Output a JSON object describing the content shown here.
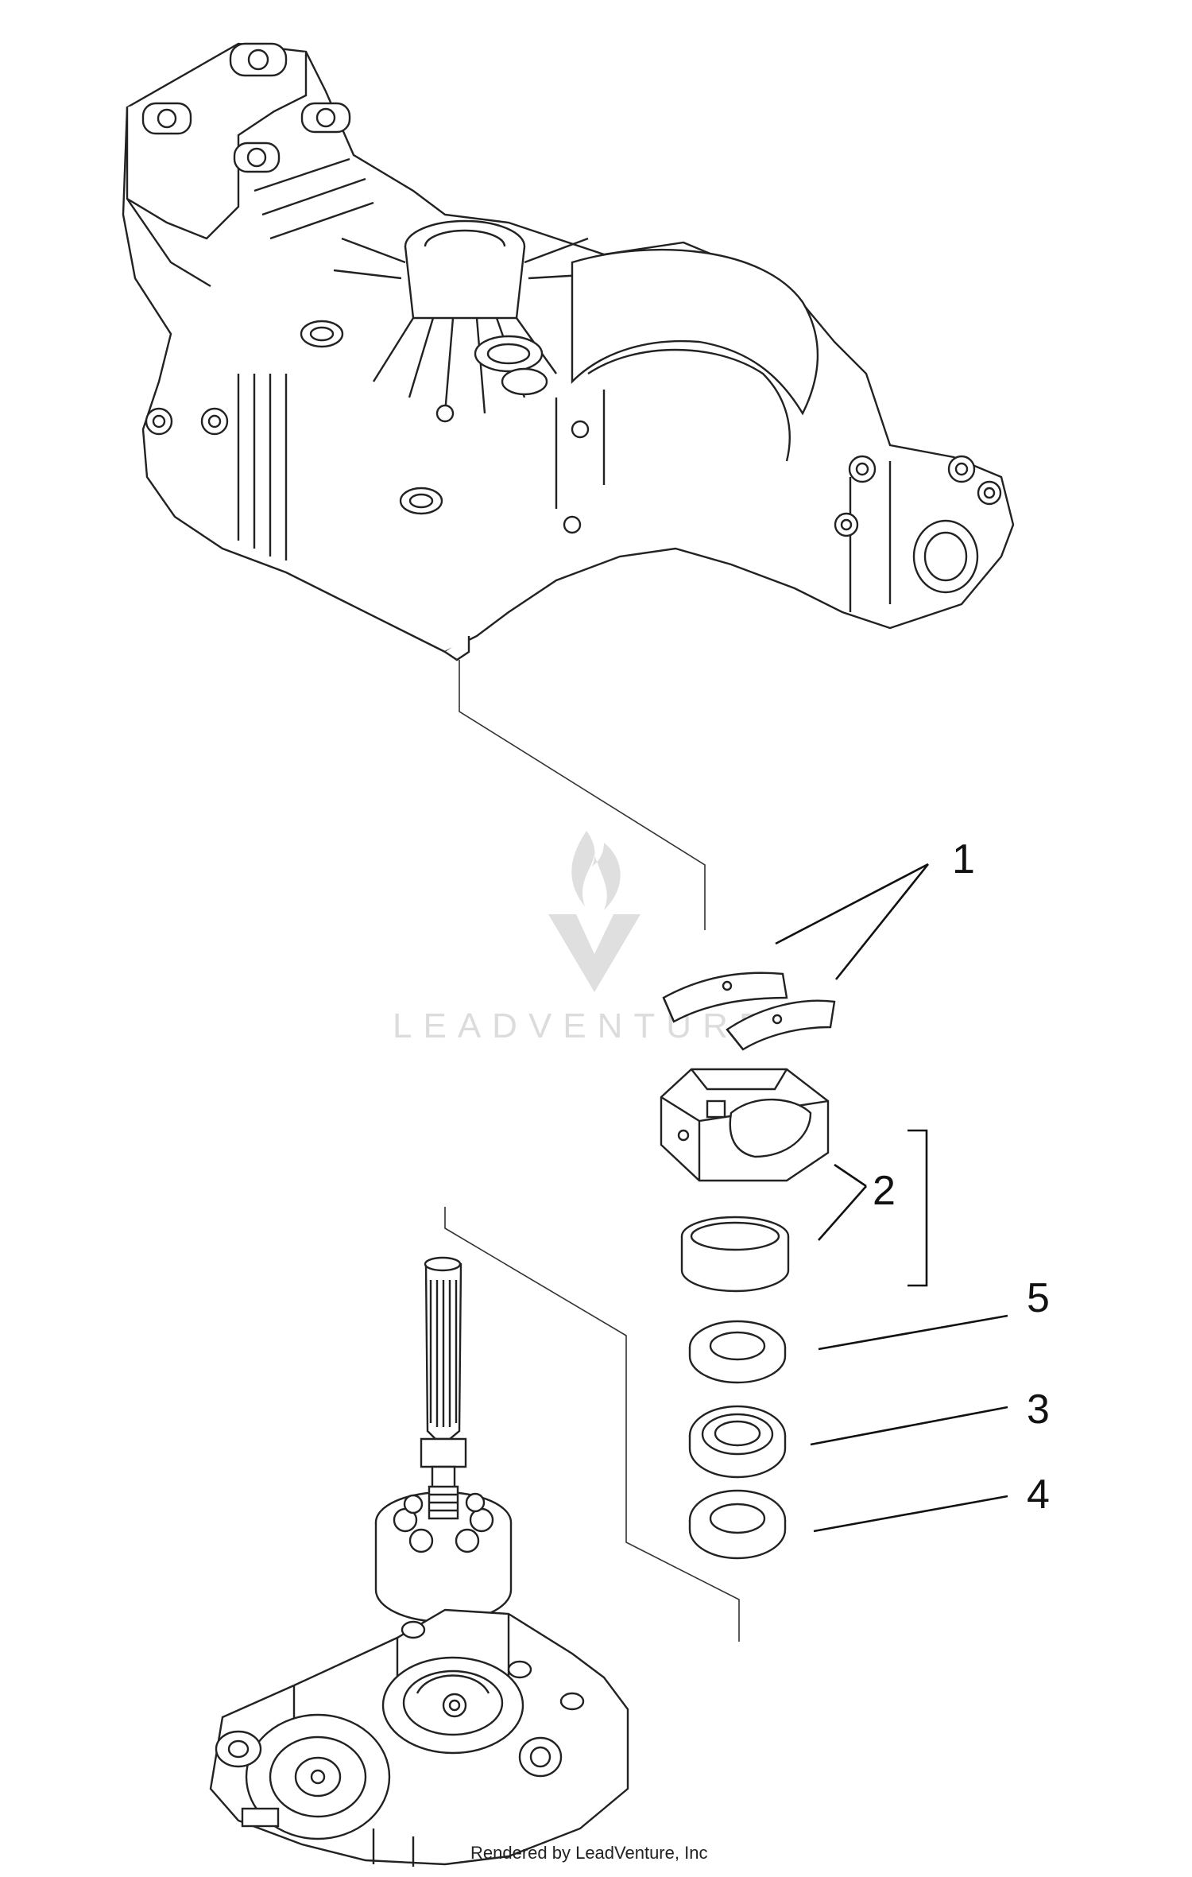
{
  "callouts": [
    {
      "id": "1",
      "label": "1"
    },
    {
      "id": "2",
      "label": "2"
    },
    {
      "id": "5",
      "label": "5"
    },
    {
      "id": "3",
      "label": "3"
    },
    {
      "id": "4",
      "label": "4"
    }
  ],
  "watermark": {
    "text": "LEADVENTURE",
    "icon": "flame-v-logo-icon"
  },
  "credit": "Rendered by LeadVenture, Inc",
  "colors": {
    "line": "#222222",
    "watermark": "#d9d9d9",
    "background": "#ffffff"
  }
}
